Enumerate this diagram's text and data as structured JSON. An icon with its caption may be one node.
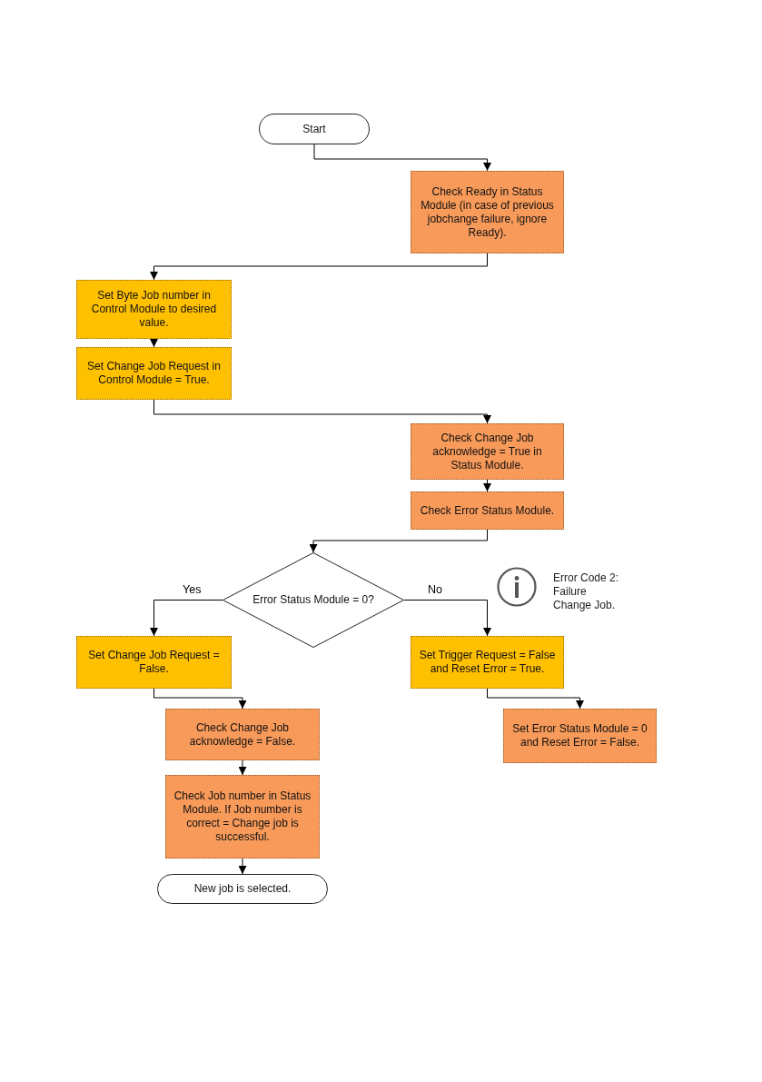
{
  "diagram": {
    "nodes": [
      {
        "text": [
          "Start"
        ]
      },
      {
        "text": [
          "Check Ready in Status Module (in case of previous jobchange failure, ignore Ready)."
        ]
      },
      {
        "text": [
          "Set Byte Job number in Control Module to desired value."
        ]
      },
      {
        "text": [
          "Set Change Job Request in Control Module = True."
        ]
      },
      {
        "text": [
          "Check Change Job acknowledge = True in Status Module."
        ]
      },
      {
        "text": [
          "Check Error Status Module."
        ]
      },
      {
        "text": [
          "Error Status Module = 0?"
        ]
      },
      {
        "text": [
          "Set Change Job Request = False."
        ]
      },
      {
        "text": [
          "Set Trigger Request = False and Reset Error = True."
        ]
      },
      {
        "text": [
          "Check Change Job acknowledge = False."
        ]
      },
      {
        "text": [
          "Set Error Status Module = 0 and Reset Error = False."
        ]
      },
      {
        "text": [
          "Check Job number in Status Module. If Job number is correct = Change job is successful."
        ]
      },
      {
        "text": [
          "New job is selected."
        ]
      }
    ],
    "edges": [
      {
        "from": 0,
        "to": 1,
        "arrow": "to"
      },
      {
        "from": 1,
        "to": 2,
        "arrow": "to"
      },
      {
        "from": 2,
        "to": 3,
        "arrow": "to"
      },
      {
        "from": 3,
        "to": 4,
        "arrow": "to"
      },
      {
        "from": 4,
        "to": 5,
        "arrow": "to"
      },
      {
        "from": 5,
        "to": 6,
        "arrow": "to"
      },
      {
        "from": 6,
        "to": 7,
        "arrow": "to",
        "label": "Yes"
      },
      {
        "from": 6,
        "to": 8,
        "arrow": "to",
        "label": "No"
      },
      {
        "from": 7,
        "to": 9,
        "arrow": "to"
      },
      {
        "from": 8,
        "to": 10,
        "arrow": "to"
      },
      {
        "from": 9,
        "to": 11,
        "arrow": "to"
      },
      {
        "from": 11,
        "to": 12,
        "arrow": "to"
      }
    ],
    "labels": [
      "Error Code 2: Failure Change Job."
    ]
  }
}
